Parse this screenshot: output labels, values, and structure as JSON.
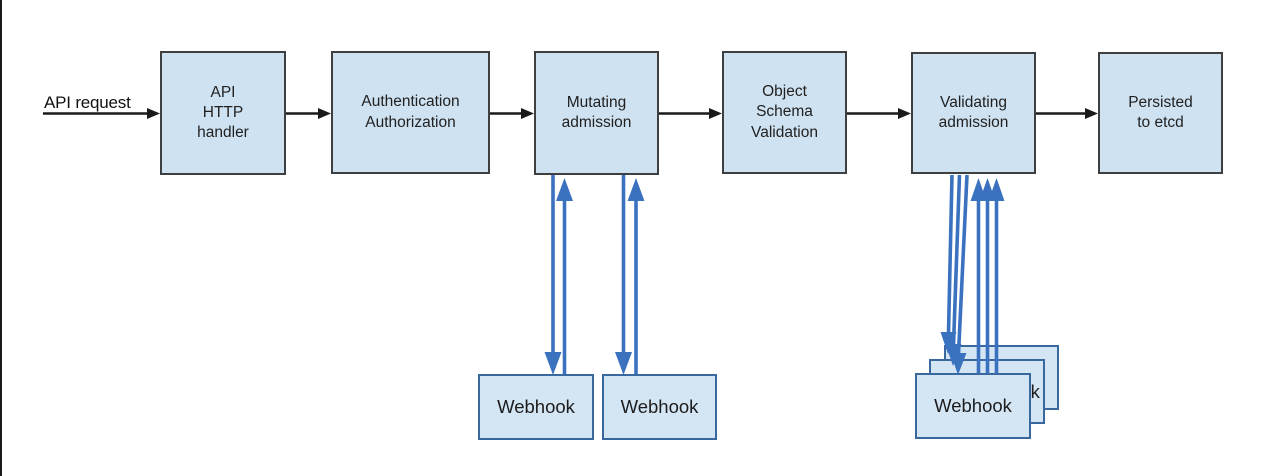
{
  "labels": {
    "api_request": "API request"
  },
  "nodes": [
    {
      "id": "api-http-handler",
      "label": "API\nHTTP\nhandler"
    },
    {
      "id": "authentication-authorization",
      "label": "Authentication\nAuthorization"
    },
    {
      "id": "mutating-admission",
      "label": "Mutating\nadmission"
    },
    {
      "id": "object-schema-validation",
      "label": "Object\nSchema\nValidation"
    },
    {
      "id": "validating-admission",
      "label": "Validating\nadmission"
    },
    {
      "id": "persisted-to-etcd",
      "label": "Persisted\nto etcd"
    }
  ],
  "webhooks": {
    "mutating": [
      "Webhook",
      "Webhook"
    ],
    "validating": [
      "Webhook",
      "Webhook",
      "Webhook"
    ]
  },
  "colors": {
    "node_fill": "#cfe2f1",
    "node_border": "#3f3f3f",
    "webhook_fill": "#d4e5f4",
    "webhook_border": "#39689f",
    "flow_arrow": "#1a1a1a",
    "webhook_arrow": "#3b72bf",
    "text": "#212121"
  }
}
